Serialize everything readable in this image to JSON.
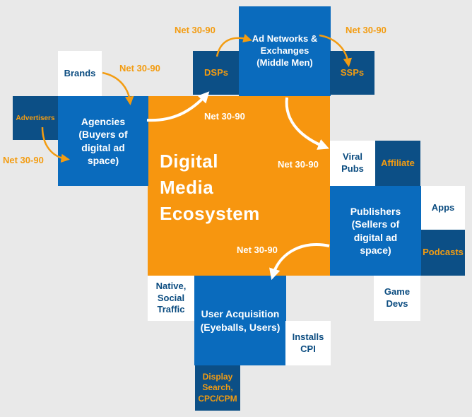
{
  "diagram": {
    "title_lines": [
      "Digital",
      "Media",
      "Ecosystem"
    ],
    "nodes": {
      "ad_networks": "Ad Networks & Exchanges (Middle Men)",
      "dsps": "DSPs",
      "ssps": "SSPs",
      "brands": "Brands",
      "advertisers": "Advertisers",
      "agencies": "Agencies (Buyers of digital ad space)",
      "viral_pubs": "Viral Pubs",
      "affiliate": "Affiliate",
      "publishers": "Publishers (Sellers of digital ad space)",
      "apps": "Apps",
      "podcasts": "Podcasts",
      "game_devs": "Game Devs",
      "native_social": "Native, Social Traffic",
      "user_acquisition": "User Acquisition (Eyeballs, Users)",
      "installs_cpi": "Installs CPI",
      "display_search": "Display Search, CPC/CPM"
    },
    "payment_labels": {
      "dsp_to_networks": "Net 30-90",
      "networks_to_ssp": "Net 30-90",
      "brands_to_agencies": "Net 30-90",
      "agencies_to_dsps": "Net 30-90",
      "advertisers_to_agencies": "Net 30-90",
      "networks_to_publishers": "Net 30-90",
      "publishers_to_users": "Net 30-90"
    },
    "colors": {
      "background": "#e9e9e9",
      "core": "#f7960f",
      "blue": "#0a6bbd",
      "navy": "#0c4f86",
      "accent_text": "#f39c11",
      "white": "#ffffff"
    }
  }
}
